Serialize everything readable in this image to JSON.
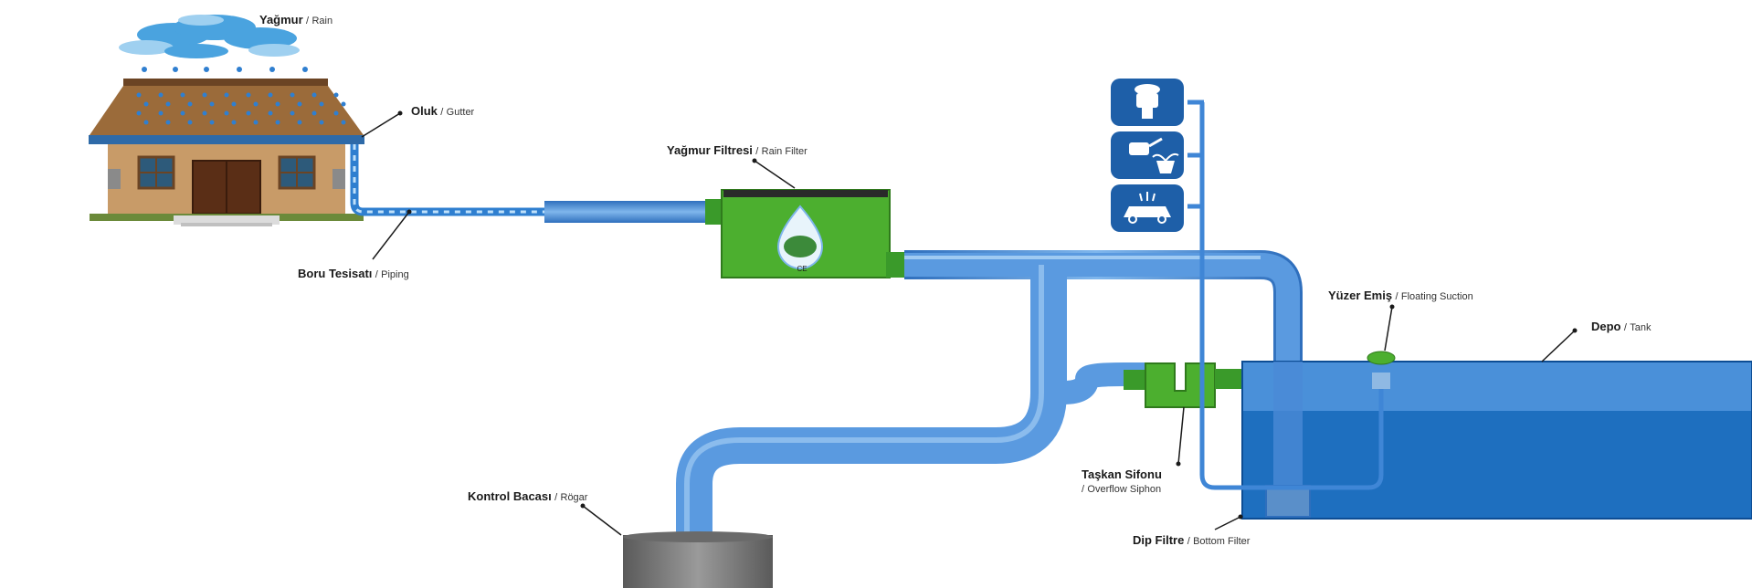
{
  "labels": {
    "rain": {
      "tr": "Yağmur",
      "en": "Rain"
    },
    "gutter": {
      "tr": "Oluk",
      "en": "Gutter"
    },
    "piping": {
      "tr": "Boru Tesisatı",
      "en": "Piping"
    },
    "rain_filter": {
      "tr": "Yağmur Filtresi",
      "en": "Rain Filter"
    },
    "floating_suction": {
      "tr": "Yüzer Emiş",
      "en": "Floating Suction"
    },
    "tank": {
      "tr": "Depo",
      "en": "Tank"
    },
    "overflow_siphon": {
      "tr": "Taşkan Sifonu",
      "en": "Overflow Siphon"
    },
    "bottom_filter": {
      "tr": "Dip Filtre",
      "en": "Bottom Filter"
    },
    "manhole": {
      "tr": "Kontrol Bacası",
      "en": "Rögar"
    }
  },
  "filter_badge": "CE",
  "separator": "/",
  "usage_icons": [
    "toilet-icon",
    "watering-can-icon",
    "car-wash-icon"
  ],
  "colors": {
    "pipe_blue": "#3b7fd1",
    "pipe_light": "#7fb6ec",
    "filter_green": "#4caf2f",
    "tank_blue": "#1565c0",
    "icon_bg": "#1e5fa8",
    "roof_brown": "#9b6b3a",
    "wall_tan": "#c89b68",
    "cloud_blue": "#4aa3df"
  }
}
